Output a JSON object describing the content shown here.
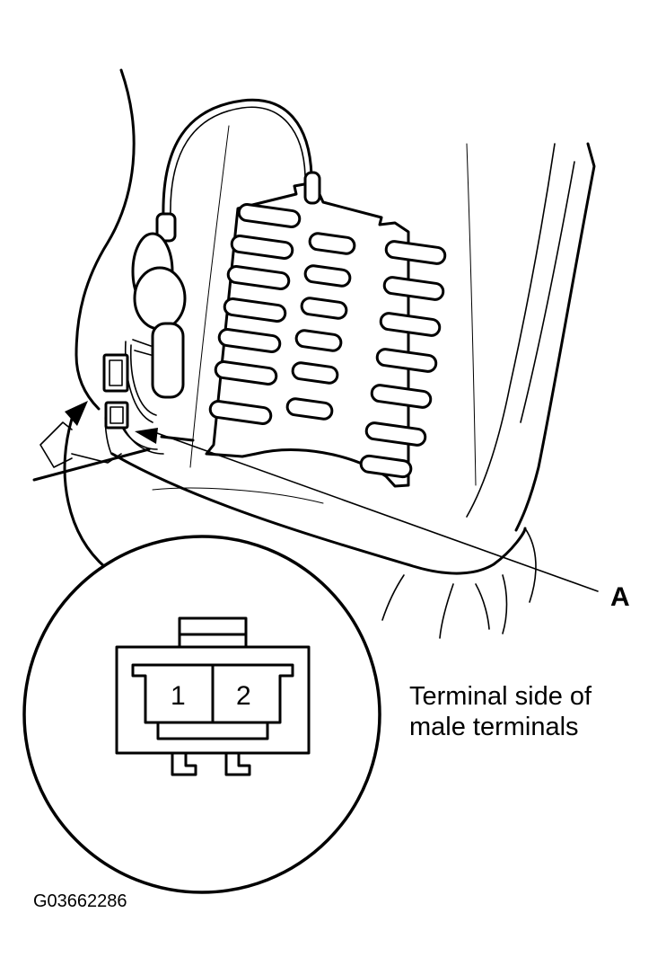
{
  "callouts": {
    "a": "A"
  },
  "connector": {
    "pins": [
      "1",
      "2"
    ],
    "caption_line1": "Terminal side of",
    "caption_line2": "male terminals"
  },
  "figure_code": "G03662286"
}
